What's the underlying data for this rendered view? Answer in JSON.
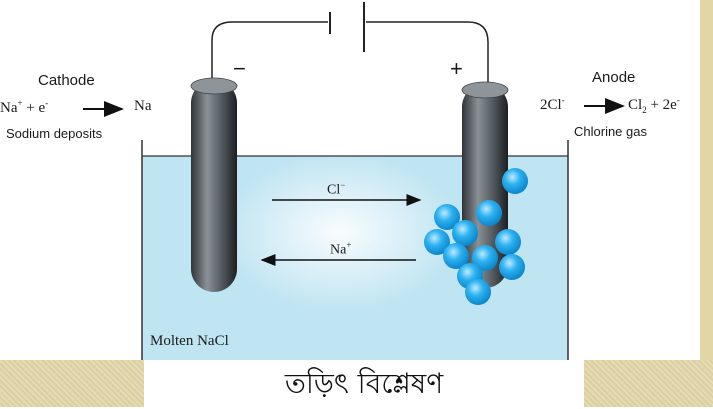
{
  "labels": {
    "cathode": "Cathode",
    "anode": "Anode",
    "cathode_reaction_left": "Na",
    "cathode_reaction_right": "Na",
    "anode_reaction_left": "2Cl",
    "anode_reaction_right": "Cl",
    "anode_reaction_tail": "+ 2e",
    "sodium_deposits": "Sodium deposits",
    "chlorine_gas": "Chlorine gas",
    "cathode_sign": "−",
    "anode_sign": "+",
    "chloride_ion": "Cl",
    "sodium_ion": "Na",
    "electrolyte": "Molten NaCl",
    "caption": "তড়িৎ বিশ্লেষণ"
  },
  "colors": {
    "solution": "#bfe4f2",
    "electrode": "#555b60",
    "bubble": "#1aa3e8",
    "band": "#e2d6a6"
  }
}
